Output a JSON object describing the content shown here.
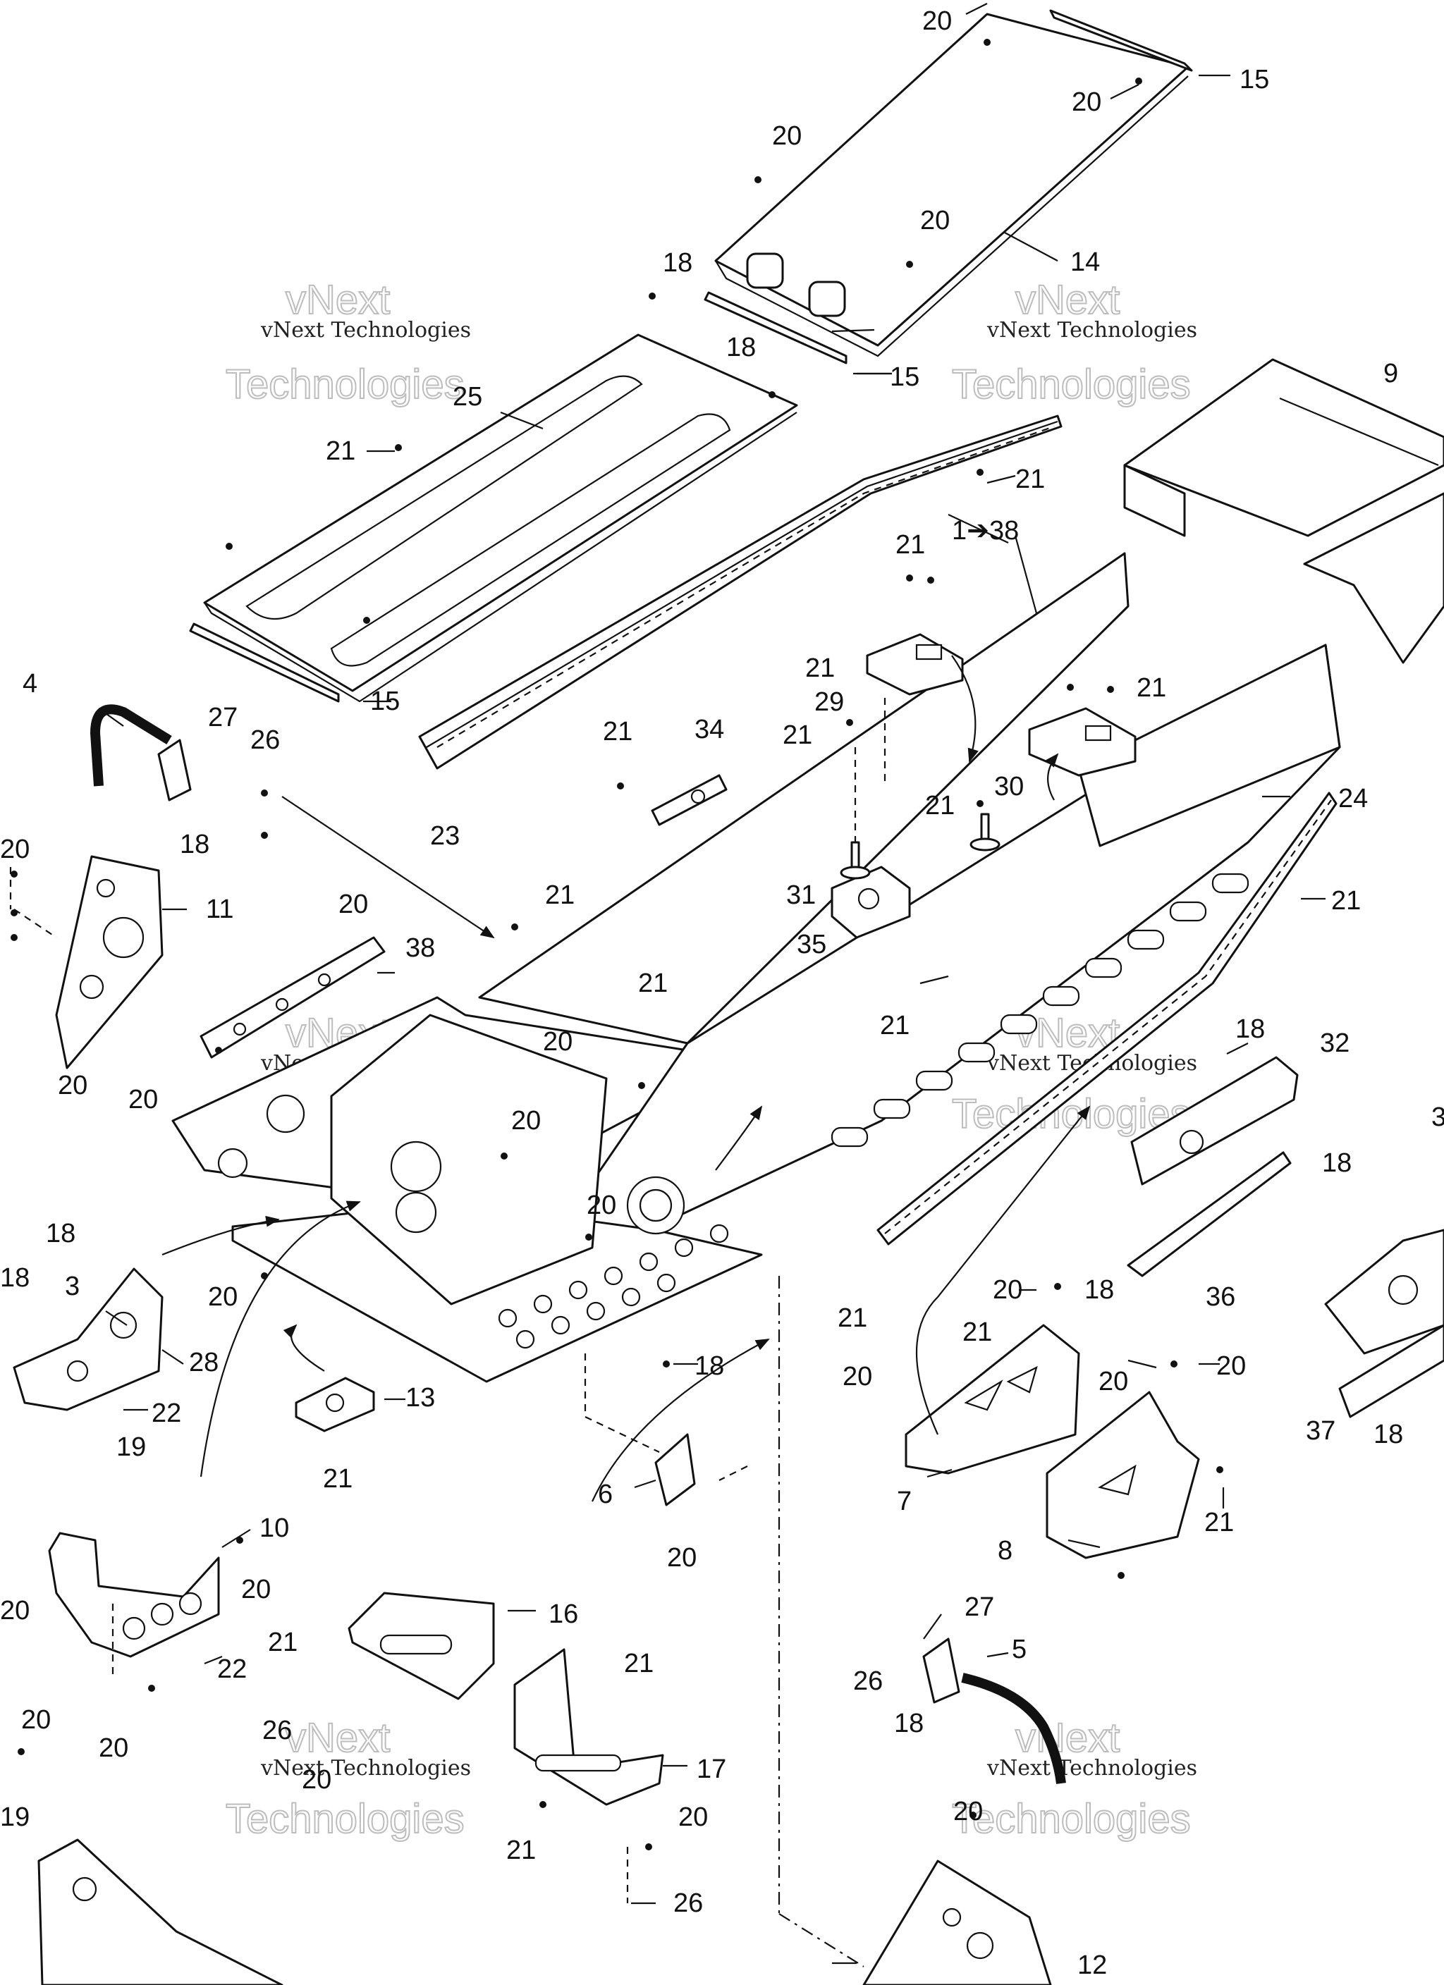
{
  "watermark": {
    "brand_small": "vNext Technologies",
    "brand_large_1": "vNext",
    "brand_large_2": "Technologies"
  },
  "assembly_label": "1➔38",
  "callouts": {
    "c_20_top": "20",
    "c_15_top": "15",
    "c_20_tr": "20",
    "c_20_a": "20",
    "c_20_b": "20",
    "c_14": "14",
    "c_18_a": "18",
    "c_18_b": "18",
    "c_15_mid": "15",
    "c_9": "9",
    "c_25": "25",
    "c_21_a": "21",
    "c_21_b": "21",
    "c_21_c": "21",
    "c_15_low": "15",
    "c_21_d": "21",
    "c_29": "29",
    "c_21_e": "21",
    "c_21_f": "21",
    "c_34": "34",
    "c_4": "4",
    "c_27_a": "27",
    "c_26_a": "26",
    "c_18_c": "18",
    "c_23": "23",
    "c_21_g": "21",
    "c_30": "30",
    "c_21_h": "21",
    "c_24": "24",
    "c_20_c": "20",
    "c_11": "11",
    "c_20_d": "20",
    "c_38": "38",
    "c_21_i": "21",
    "c_31": "31",
    "c_35": "35",
    "c_21_j": "21",
    "c_21_k": "21",
    "c_21_l": "21",
    "c_20_e": "20",
    "c_20_f": "20",
    "c_20_g": "20",
    "c_20_h": "20",
    "c_18_d": "18",
    "c_32": "32",
    "c_3_edge": "3",
    "c_18_e": "18",
    "c_3": "3",
    "c_18_f": "18",
    "c_18_g": "18",
    "c_20_i": "20",
    "c_28": "28",
    "c_20_j": "20",
    "c_22_a": "22",
    "c_19_a": "19",
    "c_13": "13",
    "c_21_m": "21",
    "c_18_h": "18",
    "c_18_i": "18",
    "c_36": "36",
    "c_20_k": "20",
    "c_21_n": "21",
    "c_21_o": "21",
    "c_20_l": "20",
    "c_20_m": "20",
    "c_20_n": "20",
    "c_37": "37",
    "c_18_j": "18",
    "c_6": "6",
    "c_7": "7",
    "c_20_o": "20",
    "c_8": "8",
    "c_21_p": "21",
    "c_10": "10",
    "c_20_p": "20",
    "c_20_q": "20",
    "c_22_b": "22",
    "c_20_r": "20",
    "c_20_s": "20",
    "c_16": "16",
    "c_21_q": "21",
    "c_21_r": "21",
    "c_26_b": "26",
    "c_17": "17",
    "c_27_b": "27",
    "c_5": "5",
    "c_26_c": "26",
    "c_18_k": "18",
    "c_20_t": "20",
    "c_20_u": "20",
    "c_21_s": "21",
    "c_26_d": "26",
    "c_20_v": "20",
    "c_19_b": "19",
    "c_12": "12"
  }
}
